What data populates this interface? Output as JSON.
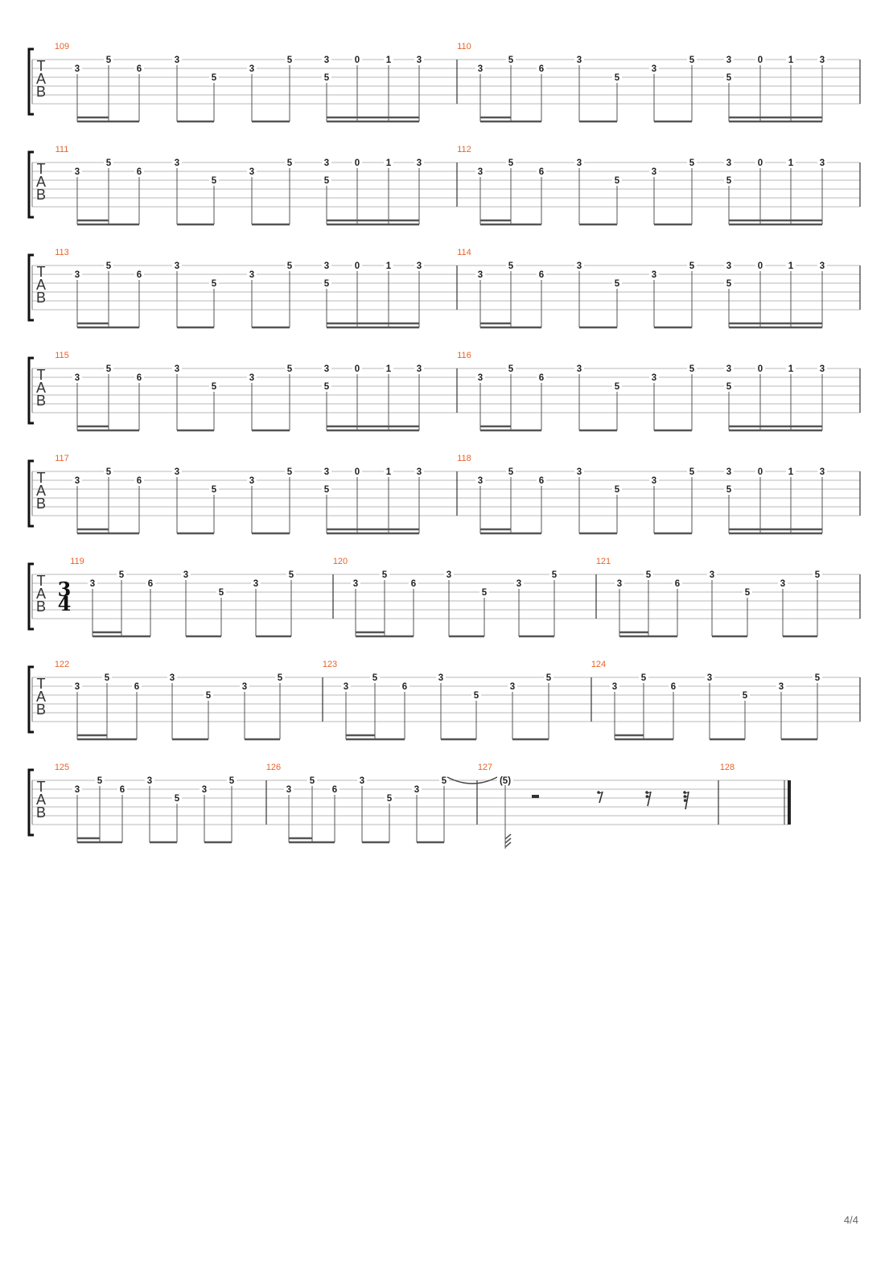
{
  "document": {
    "type": "guitar tablature",
    "page_number": "4/4",
    "tab_clef": [
      "T",
      "A",
      "B"
    ],
    "time_signature_change": {
      "measure": 119,
      "top": "3",
      "bottom": "4"
    },
    "colors": {
      "measure_number": "#e8632b",
      "staff_line": "#b8b8b8",
      "stem": "#555555",
      "fret_text": "#222222"
    }
  },
  "measure_patterns": {
    "A": [
      {
        "frets": [
          {
            "s": 2,
            "f": "3"
          }
        ]
      },
      {
        "frets": [
          {
            "s": 1,
            "f": "5"
          }
        ]
      },
      {
        "frets": [
          {
            "s": 2,
            "f": "6"
          }
        ]
      },
      {
        "frets": [
          {
            "s": 1,
            "f": "3"
          }
        ]
      },
      {
        "frets": [
          {
            "s": 3,
            "f": "5"
          }
        ]
      },
      {
        "frets": [
          {
            "s": 2,
            "f": "3"
          }
        ]
      },
      {
        "frets": [
          {
            "s": 1,
            "f": "5"
          }
        ]
      },
      {
        "frets": [
          {
            "s": 1,
            "f": "3"
          },
          {
            "s": 3,
            "f": "5"
          }
        ]
      },
      {
        "frets": [
          {
            "s": 1,
            "f": "0"
          }
        ]
      },
      {
        "frets": [
          {
            "s": 1,
            "f": "1"
          }
        ]
      },
      {
        "frets": [
          {
            "s": 1,
            "f": "3"
          }
        ]
      }
    ],
    "B": [
      {
        "frets": [
          {
            "s": 2,
            "f": "3"
          }
        ]
      },
      {
        "frets": [
          {
            "s": 1,
            "f": "5"
          }
        ]
      },
      {
        "frets": [
          {
            "s": 2,
            "f": "6"
          }
        ]
      },
      {
        "frets": [
          {
            "s": 1,
            "f": "3"
          }
        ]
      },
      {
        "frets": [
          {
            "s": 3,
            "f": "5"
          }
        ]
      },
      {
        "frets": [
          {
            "s": 2,
            "f": "3"
          }
        ]
      },
      {
        "frets": [
          {
            "s": 1,
            "f": "5"
          }
        ]
      }
    ]
  },
  "systems": [
    {
      "measures": [
        {
          "number": "109",
          "pattern": "A"
        },
        {
          "number": "110",
          "pattern": "A"
        }
      ]
    },
    {
      "measures": [
        {
          "number": "111",
          "pattern": "A"
        },
        {
          "number": "112",
          "pattern": "A"
        }
      ]
    },
    {
      "measures": [
        {
          "number": "113",
          "pattern": "A"
        },
        {
          "number": "114",
          "pattern": "A"
        }
      ]
    },
    {
      "measures": [
        {
          "number": "115",
          "pattern": "A"
        },
        {
          "number": "116",
          "pattern": "A"
        }
      ]
    },
    {
      "measures": [
        {
          "number": "117",
          "pattern": "A"
        },
        {
          "number": "118",
          "pattern": "A"
        }
      ]
    },
    {
      "measures": [
        {
          "number": "119",
          "pattern": "B",
          "time_signature": true
        },
        {
          "number": "120",
          "pattern": "B"
        },
        {
          "number": "121",
          "pattern": "B"
        }
      ]
    },
    {
      "measures": [
        {
          "number": "122",
          "pattern": "B"
        },
        {
          "number": "123",
          "pattern": "B"
        },
        {
          "number": "124",
          "pattern": "B"
        }
      ]
    },
    {
      "measures": [
        {
          "number": "125",
          "pattern": "B"
        },
        {
          "number": "126",
          "pattern": "B",
          "tie_to_next": true
        },
        {
          "number": "127",
          "tied_note": {
            "s": 1,
            "f": "(5)"
          },
          "rests": [
            "half",
            "eighth",
            "sixteenth",
            "thirty-second"
          ]
        },
        {
          "number": "128",
          "final_barline": true
        }
      ]
    }
  ]
}
